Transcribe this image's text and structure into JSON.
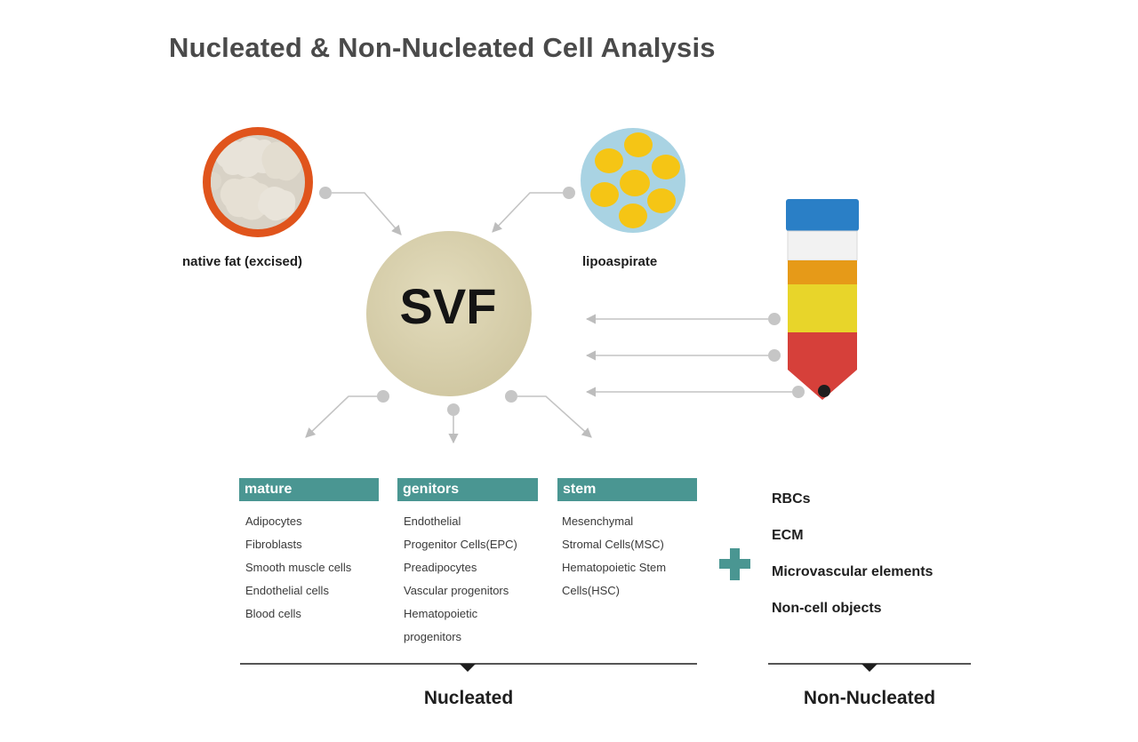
{
  "title": "Nucleated & Non-Nucleated Cell Analysis",
  "center": {
    "label": "SVF"
  },
  "sources": {
    "native_fat": "native fat (excised)",
    "lipoaspirate": "lipoaspirate"
  },
  "categories": [
    {
      "header": "mature",
      "items": [
        "Adipocytes",
        "Fibroblasts",
        "Smooth muscle cells",
        "Endothelial cells",
        "Blood cells"
      ]
    },
    {
      "header": "genitors",
      "items": [
        "Endothelial",
        "Progenitor Cells(EPC)",
        "Preadipocytes",
        "Vascular progenitors",
        "Hematopoietic",
        "progenitors"
      ]
    },
    {
      "header": "stem",
      "items": [
        "Mesenchymal",
        "Stromal Cells(MSC)",
        "Hematopoietic Stem",
        "Cells(HSC)"
      ]
    }
  ],
  "non_nucleated": {
    "items": [
      "RBCs",
      "ECM",
      "Microvascular elements",
      "Non-cell objects"
    ]
  },
  "groups": {
    "nucleated": "Nucleated",
    "non_nucleated": "Non-Nucleated"
  },
  "colors": {
    "teal": "#4a9692",
    "svf_circle": "#d8d0ae",
    "native_fat_ring": "#e0541c",
    "lipoaspirate_bg": "#a9d3e3",
    "fat_globule": "#f5c515",
    "tube_cap": "#2a7fc6",
    "tube_layers": [
      "#f2f2f2",
      "#e69a18",
      "#e8d52a",
      "#d6403a"
    ]
  }
}
